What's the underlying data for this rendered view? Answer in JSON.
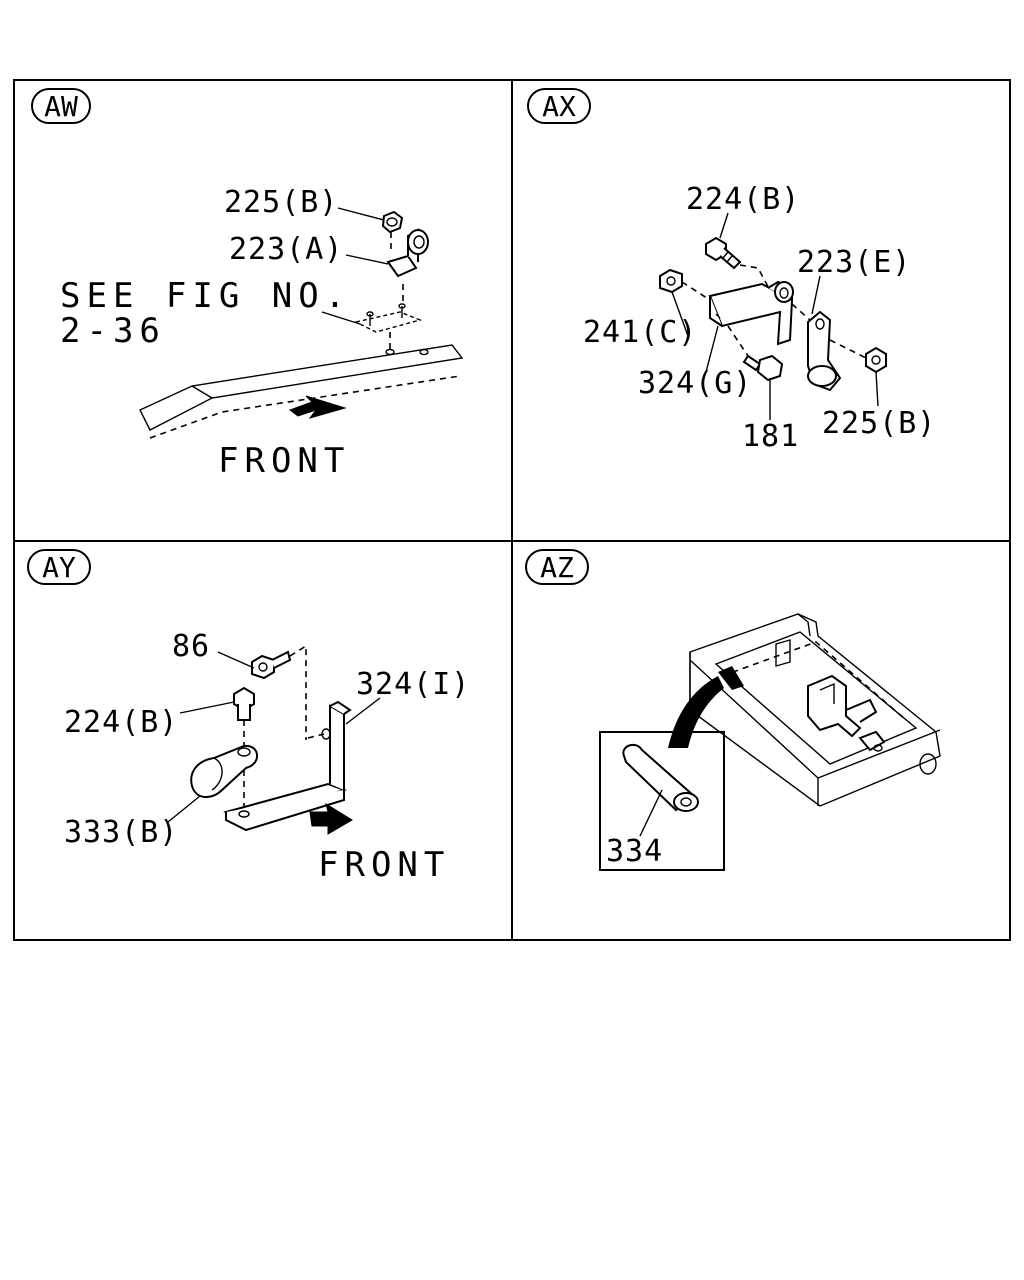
{
  "panels": [
    {
      "badge": "AW",
      "callouts": [
        "225(B)",
        "223(A)"
      ],
      "note_line1": "SEE FIG NO.",
      "note_line2": "2-36",
      "direction": "FRONT"
    },
    {
      "badge": "AX",
      "callouts": [
        "224(B)",
        "223(E)",
        "241(C)",
        "324(G)",
        "181",
        "225(B)"
      ]
    },
    {
      "badge": "AY",
      "callouts": [
        "86",
        "324(I)",
        "224(B)",
        "333(B)"
      ],
      "direction": "FRONT"
    },
    {
      "badge": "AZ",
      "callouts": [
        "334"
      ]
    }
  ]
}
